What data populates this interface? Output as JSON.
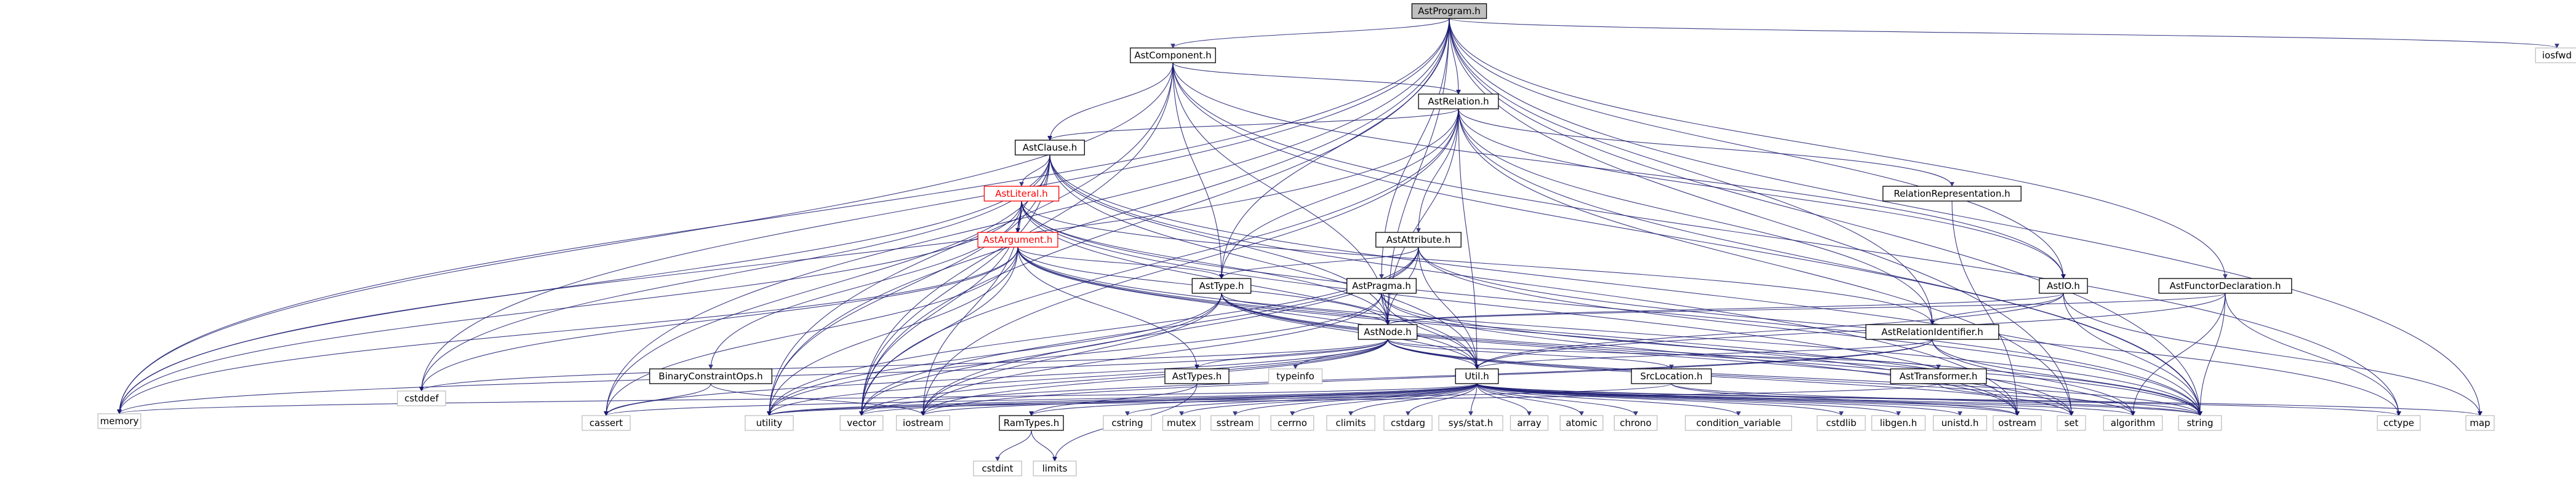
{
  "graph": {
    "root": "AstProgram.h",
    "nodes": [
      {
        "id": "n_prog",
        "label": "AstProgram.h",
        "kind": "root"
      },
      {
        "id": "n_iosfwd",
        "label": "iosfwd",
        "kind": "system"
      },
      {
        "id": "n_comp",
        "label": "AstComponent.h",
        "kind": "project"
      },
      {
        "id": "n_rel",
        "label": "AstRelation.h",
        "kind": "project"
      },
      {
        "id": "n_clause",
        "label": "AstClause.h",
        "kind": "project"
      },
      {
        "id": "n_lit",
        "label": "AstLiteral.h",
        "kind": "highlight"
      },
      {
        "id": "n_arg",
        "label": "AstArgument.h",
        "kind": "highlight"
      },
      {
        "id": "n_relrep",
        "label": "RelationRepresentation.h",
        "kind": "project"
      },
      {
        "id": "n_attr",
        "label": "AstAttribute.h",
        "kind": "project"
      },
      {
        "id": "n_type",
        "label": "AstType.h",
        "kind": "project"
      },
      {
        "id": "n_pragma",
        "label": "AstPragma.h",
        "kind": "project"
      },
      {
        "id": "n_node",
        "label": "AstNode.h",
        "kind": "project"
      },
      {
        "id": "n_io",
        "label": "AstIO.h",
        "kind": "project"
      },
      {
        "id": "n_func",
        "label": "AstFunctorDeclaration.h",
        "kind": "project"
      },
      {
        "id": "n_relid",
        "label": "AstRelationIdentifier.h",
        "kind": "project"
      },
      {
        "id": "n_bin",
        "label": "BinaryConstraintOps.h",
        "kind": "project"
      },
      {
        "id": "n_types",
        "label": "AstTypes.h",
        "kind": "project"
      },
      {
        "id": "n_typeinfo",
        "label": "typeinfo",
        "kind": "system"
      },
      {
        "id": "n_util",
        "label": "Util.h",
        "kind": "project"
      },
      {
        "id": "n_src",
        "label": "SrcLocation.h",
        "kind": "project"
      },
      {
        "id": "n_trans",
        "label": "AstTransformer.h",
        "kind": "project"
      },
      {
        "id": "n_ram",
        "label": "RamTypes.h",
        "kind": "project"
      },
      {
        "id": "n_cstddef",
        "label": "cstddef",
        "kind": "system"
      },
      {
        "id": "n_memory",
        "label": "memory",
        "kind": "system"
      },
      {
        "id": "n_cassert",
        "label": "cassert",
        "kind": "system"
      },
      {
        "id": "n_utility",
        "label": "utility",
        "kind": "system"
      },
      {
        "id": "n_vector",
        "label": "vector",
        "kind": "system"
      },
      {
        "id": "n_iostream",
        "label": "iostream",
        "kind": "system"
      },
      {
        "id": "n_cstdint",
        "label": "cstdint",
        "kind": "system"
      },
      {
        "id": "n_limits",
        "label": "limits",
        "kind": "system"
      },
      {
        "id": "n_cstring",
        "label": "cstring",
        "kind": "system"
      },
      {
        "id": "n_mutex",
        "label": "mutex",
        "kind": "system"
      },
      {
        "id": "n_sstream",
        "label": "sstream",
        "kind": "system"
      },
      {
        "id": "n_cerrno",
        "label": "cerrno",
        "kind": "system"
      },
      {
        "id": "n_climits",
        "label": "climits",
        "kind": "system"
      },
      {
        "id": "n_cstdarg",
        "label": "cstdarg",
        "kind": "system"
      },
      {
        "id": "n_sysstat",
        "label": "sys/stat.h",
        "kind": "system"
      },
      {
        "id": "n_array",
        "label": "array",
        "kind": "system"
      },
      {
        "id": "n_atomic",
        "label": "atomic",
        "kind": "system"
      },
      {
        "id": "n_chrono",
        "label": "chrono",
        "kind": "system"
      },
      {
        "id": "n_condvar",
        "label": "condition_variable",
        "kind": "system"
      },
      {
        "id": "n_cstdlib",
        "label": "cstdlib",
        "kind": "system"
      },
      {
        "id": "n_libgen",
        "label": "libgen.h",
        "kind": "system"
      },
      {
        "id": "n_unistd",
        "label": "unistd.h",
        "kind": "system"
      },
      {
        "id": "n_ostream",
        "label": "ostream",
        "kind": "system"
      },
      {
        "id": "n_set",
        "label": "set",
        "kind": "system"
      },
      {
        "id": "n_algorithm",
        "label": "algorithm",
        "kind": "system"
      },
      {
        "id": "n_string",
        "label": "string",
        "kind": "system"
      },
      {
        "id": "n_cctype",
        "label": "cctype",
        "kind": "system"
      },
      {
        "id": "n_map",
        "label": "map",
        "kind": "system"
      }
    ],
    "edges": [
      [
        "n_prog",
        "n_iosfwd"
      ],
      [
        "n_prog",
        "n_comp"
      ],
      [
        "n_prog",
        "n_rel"
      ],
      [
        "n_prog",
        "n_pragma"
      ],
      [
        "n_prog",
        "n_io"
      ],
      [
        "n_prog",
        "n_func"
      ],
      [
        "n_prog",
        "n_type"
      ],
      [
        "n_prog",
        "n_node"
      ],
      [
        "n_prog",
        "n_relid"
      ],
      [
        "n_prog",
        "n_memory"
      ],
      [
        "n_prog",
        "n_cassert"
      ],
      [
        "n_prog",
        "n_utility"
      ],
      [
        "n_prog",
        "n_vector"
      ],
      [
        "n_prog",
        "n_cstddef"
      ],
      [
        "n_prog",
        "n_string"
      ],
      [
        "n_prog",
        "n_map"
      ],
      [
        "n_prog",
        "n_set"
      ],
      [
        "n_comp",
        "n_rel"
      ],
      [
        "n_comp",
        "n_clause"
      ],
      [
        "n_comp",
        "n_type"
      ],
      [
        "n_comp",
        "n_node"
      ],
      [
        "n_comp",
        "n_io"
      ],
      [
        "n_comp",
        "n_memory"
      ],
      [
        "n_comp",
        "n_utility"
      ],
      [
        "n_comp",
        "n_vector"
      ],
      [
        "n_comp",
        "n_string"
      ],
      [
        "n_comp",
        "n_cctype"
      ],
      [
        "n_rel",
        "n_clause"
      ],
      [
        "n_rel",
        "n_relrep"
      ],
      [
        "n_rel",
        "n_attr"
      ],
      [
        "n_rel",
        "n_type"
      ],
      [
        "n_rel",
        "n_node"
      ],
      [
        "n_rel",
        "n_io"
      ],
      [
        "n_rel",
        "n_relid"
      ],
      [
        "n_rel",
        "n_util"
      ],
      [
        "n_rel",
        "n_memory"
      ],
      [
        "n_rel",
        "n_set"
      ],
      [
        "n_rel",
        "n_string"
      ],
      [
        "n_rel",
        "n_iostream"
      ],
      [
        "n_rel",
        "n_vector"
      ],
      [
        "n_clause",
        "n_lit"
      ],
      [
        "n_clause",
        "n_arg"
      ],
      [
        "n_clause",
        "n_node"
      ],
      [
        "n_clause",
        "n_util"
      ],
      [
        "n_clause",
        "n_cstddef"
      ],
      [
        "n_clause",
        "n_memory"
      ],
      [
        "n_clause",
        "n_utility"
      ],
      [
        "n_clause",
        "n_vector"
      ],
      [
        "n_clause",
        "n_string"
      ],
      [
        "n_clause",
        "n_ostream"
      ],
      [
        "n_clause",
        "n_cassert"
      ],
      [
        "n_lit",
        "n_arg"
      ],
      [
        "n_lit",
        "n_bin"
      ],
      [
        "n_lit",
        "n_node"
      ],
      [
        "n_lit",
        "n_relid"
      ],
      [
        "n_lit",
        "n_util"
      ],
      [
        "n_lit",
        "n_memory"
      ],
      [
        "n_lit",
        "n_vector"
      ],
      [
        "n_lit",
        "n_iostream"
      ],
      [
        "n_lit",
        "n_string"
      ],
      [
        "n_lit",
        "n_ostream"
      ],
      [
        "n_arg",
        "n_type"
      ],
      [
        "n_arg",
        "n_types"
      ],
      [
        "n_arg",
        "n_node"
      ],
      [
        "n_arg",
        "n_util"
      ],
      [
        "n_arg",
        "n_cstddef"
      ],
      [
        "n_arg",
        "n_memory"
      ],
      [
        "n_arg",
        "n_utility"
      ],
      [
        "n_arg",
        "n_vector"
      ],
      [
        "n_arg",
        "n_string"
      ],
      [
        "n_arg",
        "n_ostream"
      ],
      [
        "n_arg",
        "n_set"
      ],
      [
        "n_arg",
        "n_cassert"
      ],
      [
        "n_relrep",
        "n_ostream"
      ],
      [
        "n_attr",
        "n_type"
      ],
      [
        "n_attr",
        "n_node"
      ],
      [
        "n_attr",
        "n_util"
      ],
      [
        "n_attr",
        "n_utility"
      ],
      [
        "n_attr",
        "n_vector"
      ],
      [
        "n_attr",
        "n_string"
      ],
      [
        "n_attr",
        "n_iostream"
      ],
      [
        "n_attr",
        "n_cctype"
      ],
      [
        "n_type",
        "n_node"
      ],
      [
        "n_type",
        "n_util"
      ],
      [
        "n_type",
        "n_utility"
      ],
      [
        "n_type",
        "n_vector"
      ],
      [
        "n_type",
        "n_iostream"
      ],
      [
        "n_type",
        "n_string"
      ],
      [
        "n_type",
        "n_set"
      ],
      [
        "n_type",
        "n_algorithm"
      ],
      [
        "n_pragma",
        "n_node"
      ],
      [
        "n_pragma",
        "n_util"
      ],
      [
        "n_pragma",
        "n_iostream"
      ],
      [
        "n_pragma",
        "n_string"
      ],
      [
        "n_pragma",
        "n_ostream"
      ],
      [
        "n_pragma",
        "n_utility"
      ],
      [
        "n_io",
        "n_node"
      ],
      [
        "n_io",
        "n_relid"
      ],
      [
        "n_io",
        "n_util"
      ],
      [
        "n_io",
        "n_string"
      ],
      [
        "n_io",
        "n_map"
      ],
      [
        "n_func",
        "n_node"
      ],
      [
        "n_func",
        "n_util"
      ],
      [
        "n_func",
        "n_string"
      ],
      [
        "n_func",
        "n_cctype"
      ],
      [
        "n_func",
        "n_algorithm"
      ],
      [
        "n_relid",
        "n_util"
      ],
      [
        "n_relid",
        "n_string"
      ],
      [
        "n_relid",
        "n_vector"
      ],
      [
        "n_relid",
        "n_iostream"
      ],
      [
        "n_relid",
        "n_algorithm"
      ],
      [
        "n_bin",
        "n_cassert"
      ],
      [
        "n_bin",
        "n_iostream"
      ],
      [
        "n_types",
        "n_ram"
      ],
      [
        "n_types",
        "n_limits"
      ],
      [
        "n_node",
        "n_typeinfo"
      ],
      [
        "n_node",
        "n_types"
      ],
      [
        "n_node",
        "n_util"
      ],
      [
        "n_node",
        "n_src"
      ],
      [
        "n_node",
        "n_trans"
      ],
      [
        "n_node",
        "n_cstddef"
      ],
      [
        "n_node",
        "n_memory"
      ],
      [
        "n_node",
        "n_utility"
      ],
      [
        "n_node",
        "n_vector"
      ],
      [
        "n_node",
        "n_iostream"
      ],
      [
        "n_node",
        "n_string"
      ],
      [
        "n_node",
        "n_set"
      ],
      [
        "n_node",
        "n_algorithm"
      ],
      [
        "n_node",
        "n_cassert"
      ],
      [
        "n_ram",
        "n_cstdint"
      ],
      [
        "n_ram",
        "n_limits"
      ],
      [
        "n_src",
        "n_string"
      ],
      [
        "n_src",
        "n_ostream"
      ],
      [
        "n_src",
        "n_utility"
      ],
      [
        "n_trans",
        "n_string"
      ],
      [
        "n_trans",
        "n_utility"
      ],
      [
        "n_util",
        "n_memory"
      ],
      [
        "n_util",
        "n_cassert"
      ],
      [
        "n_util",
        "n_utility"
      ],
      [
        "n_util",
        "n_vector"
      ],
      [
        "n_util",
        "n_iostream"
      ],
      [
        "n_util",
        "n_cstring"
      ],
      [
        "n_util",
        "n_mutex"
      ],
      [
        "n_util",
        "n_sstream"
      ],
      [
        "n_util",
        "n_cerrno"
      ],
      [
        "n_util",
        "n_climits"
      ],
      [
        "n_util",
        "n_cstdarg"
      ],
      [
        "n_util",
        "n_sysstat"
      ],
      [
        "n_util",
        "n_array"
      ],
      [
        "n_util",
        "n_atomic"
      ],
      [
        "n_util",
        "n_chrono"
      ],
      [
        "n_util",
        "n_condvar"
      ],
      [
        "n_util",
        "n_cstdlib"
      ],
      [
        "n_util",
        "n_libgen"
      ],
      [
        "n_util",
        "n_unistd"
      ],
      [
        "n_util",
        "n_ostream"
      ],
      [
        "n_util",
        "n_set"
      ],
      [
        "n_util",
        "n_algorithm"
      ],
      [
        "n_util",
        "n_string"
      ],
      [
        "n_util",
        "n_cctype"
      ],
      [
        "n_util",
        "n_map"
      ],
      [
        "n_util",
        "n_ram"
      ]
    ]
  }
}
